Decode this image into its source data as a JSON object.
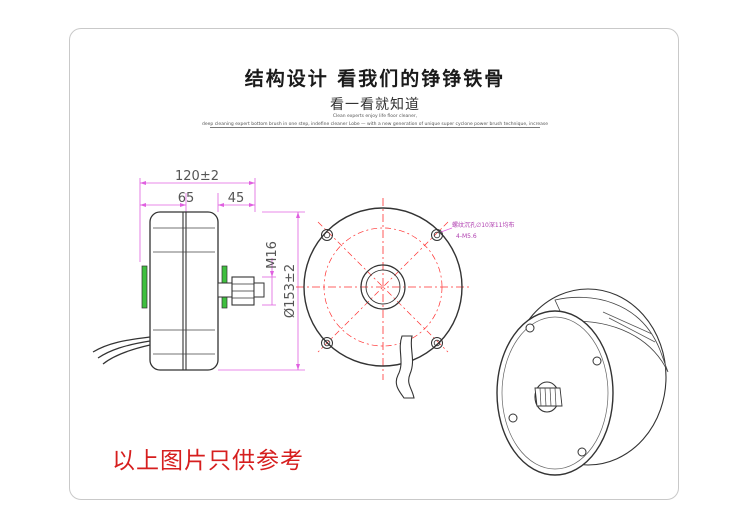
{
  "title": "结构设计  看我们的铮铮铁骨",
  "subtitle": "看一看就知道",
  "tagline_1": "Clean experts enjoy life floor cleaner,",
  "tagline_2": "deep cleaning expert bottom brush in one step, indefine cleaner Lobe — with a new generation of unique super cyclone power brush technique, increase",
  "dimensions": {
    "overall_width": "120±2",
    "left_width": "65",
    "right_width": "45",
    "thread": "M16",
    "diameter": "Ø153±2"
  },
  "front_view": {
    "hole_note_line1": "螺纹沉孔∅10深11均布",
    "hole_note_line2": "4-M5.6"
  },
  "notice": "以上图片只供参考",
  "colors": {
    "dimension_line": "#e060e0",
    "center_line": "#ff3030",
    "green_marker": "#3fbf3f",
    "notice_text": "#d61e1e"
  }
}
